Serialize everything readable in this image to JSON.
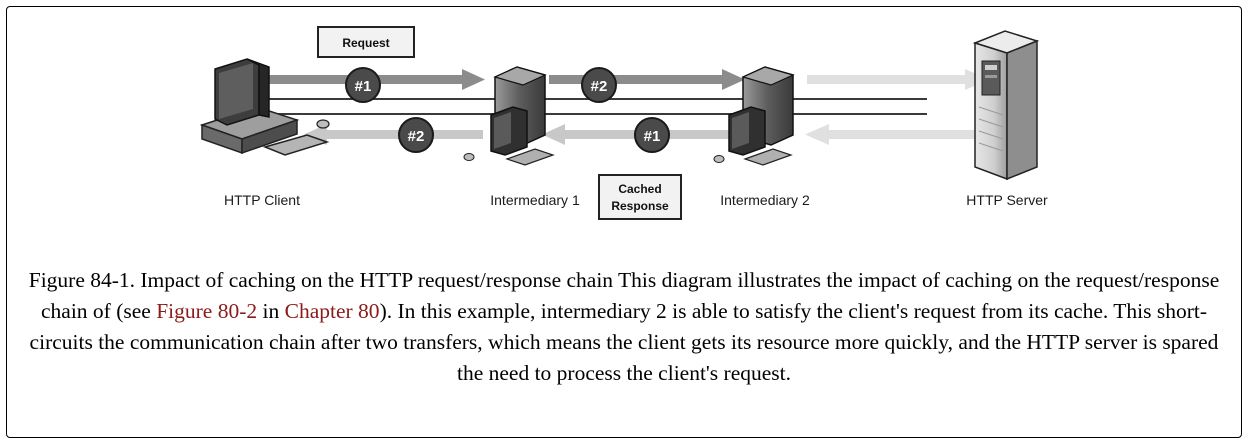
{
  "diagram": {
    "request_label": "Request",
    "cached_response_line1": "Cached",
    "cached_response_line2": "Response",
    "step1_request": "#1",
    "step2_request": "#2",
    "step1_response": "#1",
    "step2_response": "#2",
    "nodes": {
      "client": "HTTP Client",
      "intermediary1": "Intermediary 1",
      "intermediary2": "Intermediary 2",
      "server": "HTTP Server"
    }
  },
  "caption": {
    "part1": "Figure 84-1. Impact of caching on the HTTP request/response chain This diagram illustrates the impact of caching on the request/response chain of (see ",
    "link1": "Figure 80-2",
    "part2": " in ",
    "link2": "Chapter 80",
    "part3": "). In this example, intermediary 2 is able to satisfy the client's request from its cache. This short-circuits the communication chain after two transfers, which means the client gets its resource more quickly, and the HTTP server is spared the need to process the client's request."
  }
}
